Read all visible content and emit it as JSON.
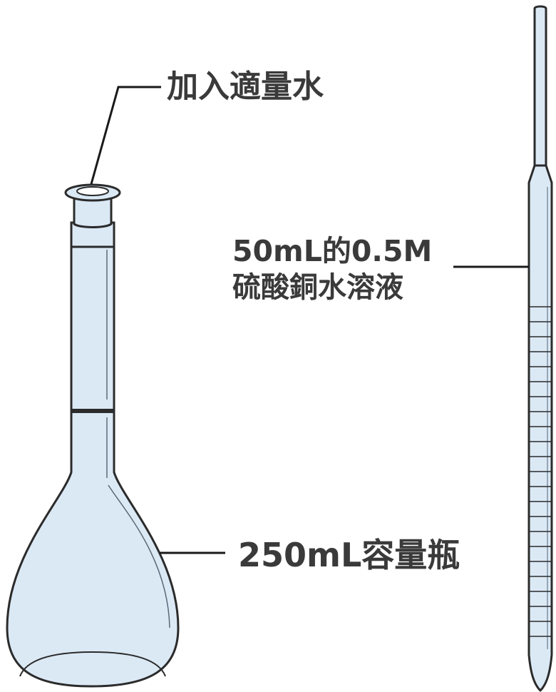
{
  "labels": {
    "add_water": "加入適量水",
    "solution_line1": "50mL的0.5M",
    "solution_line2": "硫酸銅水溶液",
    "flask": "250mL容量瓶"
  },
  "colors": {
    "glass_fill": "#dbe9f5",
    "glass_outline": "#2b2b2b",
    "leader_line": "#1a1a1a",
    "text": "#3a3a3a"
  }
}
